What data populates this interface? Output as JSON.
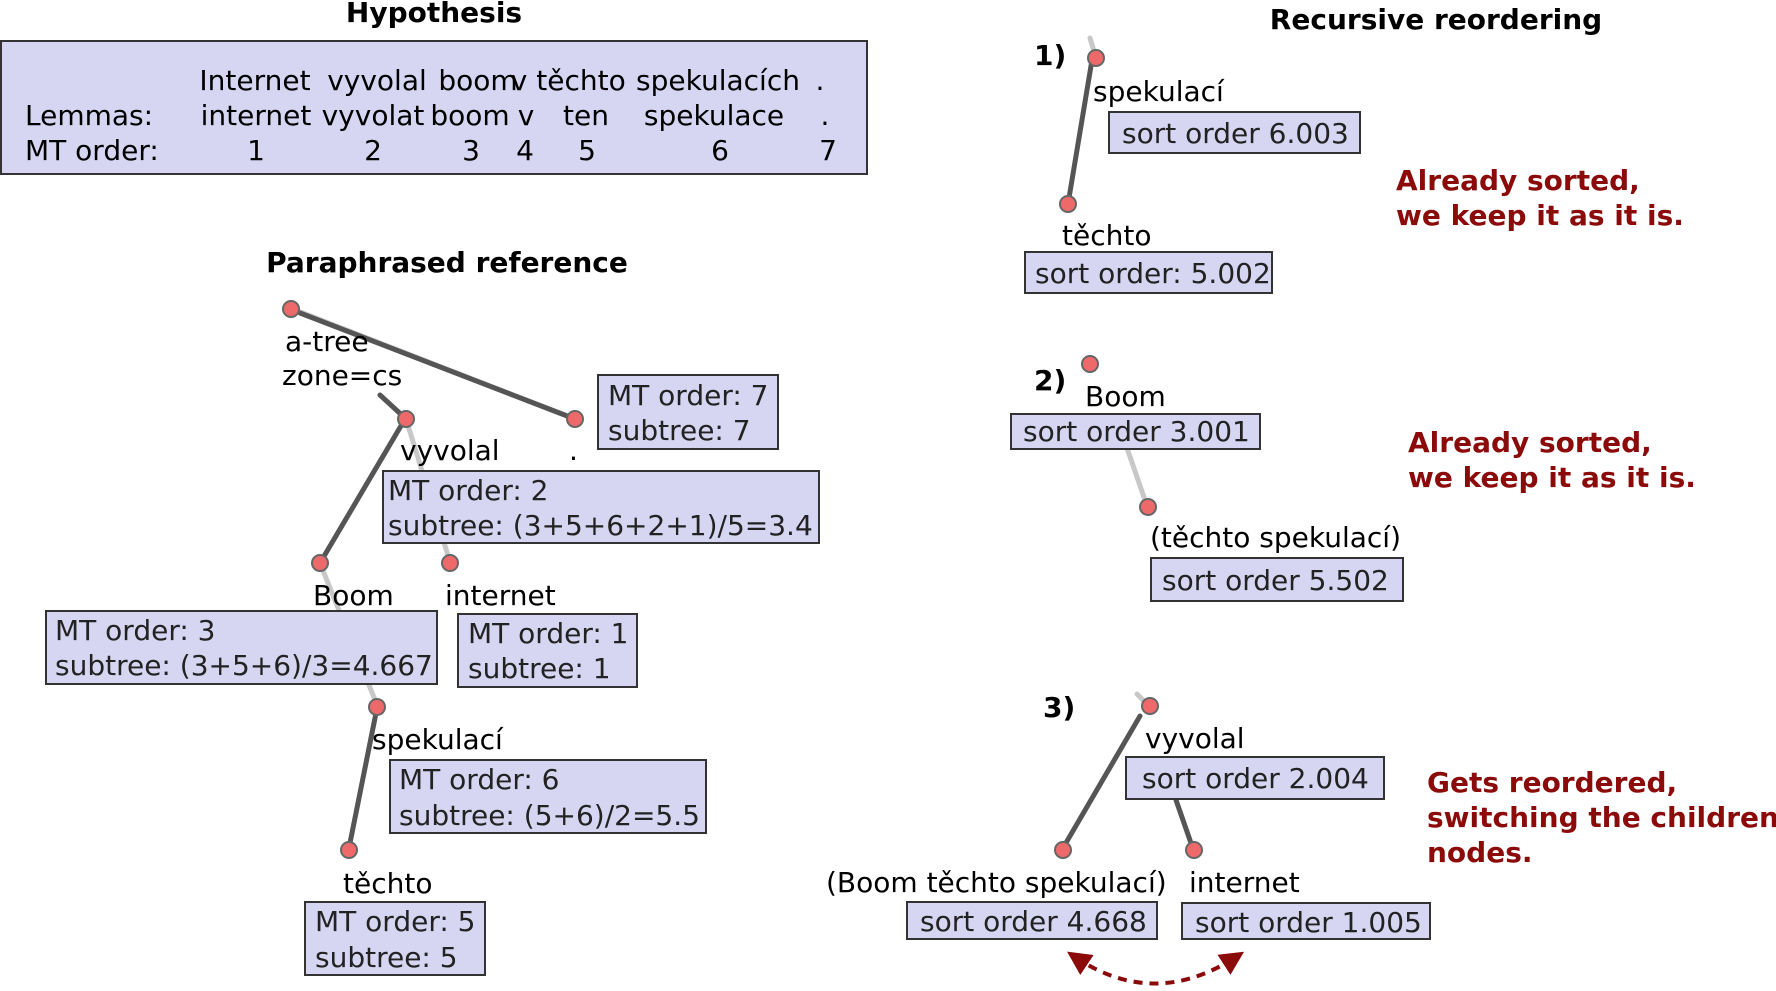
{
  "hypothesis": {
    "title": "Hypothesis",
    "words": [
      "Internet",
      "vyvolal",
      "boom",
      "v",
      "těchto",
      "spekulacích",
      "."
    ],
    "lemmas_label": "Lemmas:",
    "lemmas": [
      "internet",
      "vyvolat",
      "boom",
      "v",
      "ten",
      "spekulace",
      "."
    ],
    "mt_order_label": "MT order:",
    "mt_order": [
      "1",
      "2",
      "3",
      "4",
      "5",
      "6",
      "7"
    ]
  },
  "reference": {
    "title": "Paraphrased reference",
    "root_label_1": "a-tree",
    "root_label_2": "zone=cs",
    "period": {
      "label": ".",
      "line1": "MT order: 7",
      "line2": "subtree: 7"
    },
    "vyvolal": {
      "label": "vyvolal",
      "line1": "MT order: 2",
      "line2": "subtree: (3+5+6+2+1)/5=3.4"
    },
    "boom": {
      "label": "Boom",
      "line1": "MT order: 3",
      "line2": "subtree: (3+5+6)/3=4.667"
    },
    "internet": {
      "label": "internet",
      "line1": "MT order: 1",
      "line2": "subtree: 1"
    },
    "spekulaci": {
      "label": "spekulací",
      "line1": "MT order: 6",
      "line2": "subtree: (5+6)/2=5.5"
    },
    "techto": {
      "label": "těchto",
      "line1": "MT order: 5",
      "line2": "subtree: 5"
    }
  },
  "reordering": {
    "title": "Recursive reordering",
    "step1": {
      "number": "1)",
      "parent_label": "spekulací",
      "parent_sort": "sort order 6.003",
      "child_label": "těchto",
      "child_sort": "sort order: 5.002",
      "note_1": "Already sorted,",
      "note_2": "we keep it as it is."
    },
    "step2": {
      "number": "2)",
      "parent_label": "Boom",
      "parent_sort": "sort order 3.001",
      "child_label": "(těchto spekulací)",
      "child_sort": "sort order 5.502",
      "note_1": "Already sorted,",
      "note_2": "we keep it as it is."
    },
    "step3": {
      "number": "3)",
      "parent_label": "vyvolal",
      "parent_sort": "sort order 2.004",
      "left_label": "(Boom těchto spekulací)",
      "left_sort": "sort order 4.668",
      "right_label": "internet",
      "right_sort": "sort order 1.005",
      "note_1": "Gets reordered,",
      "note_2": "switching the children",
      "note_3": "nodes."
    }
  },
  "colors": {
    "box_fill": "#d6d6f2",
    "node_fill": "#ee6a6a",
    "note_text": "#8b0a0a",
    "edge": "#555555"
  }
}
